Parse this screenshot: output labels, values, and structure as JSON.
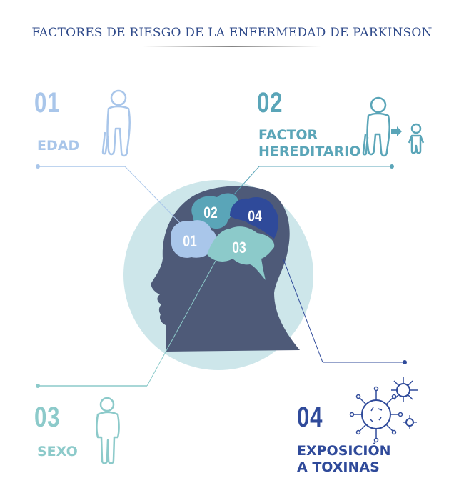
{
  "title": "FACTORES DE RIESGO DE LA ENFERMEDAD DE PARKINSON",
  "colors": {
    "title": "#2f4a8a",
    "factor_01": "#a9c6ea",
    "factor_02": "#5aa5b8",
    "factor_03": "#8ccaca",
    "factor_04": "#2f4a9a",
    "head": "#4e5a78",
    "circle": "#cde6ea"
  },
  "factors": [
    {
      "number": "01",
      "label": "EDAD",
      "icon": "elderly-person-icon"
    },
    {
      "number": "02",
      "label_line1": "FACTOR",
      "label_line2": "HEREDITARIO",
      "icon": "elderly-to-child-icon"
    },
    {
      "number": "03",
      "label": "SEXO",
      "icon": "person-icon"
    },
    {
      "number": "04",
      "label_line1": "EXPOSICIÓN",
      "label_line2": "A TOXINAS",
      "icon": "virus-icon"
    }
  ],
  "brain_regions": [
    {
      "number": "01"
    },
    {
      "number": "02"
    },
    {
      "number": "03"
    },
    {
      "number": "04"
    }
  ]
}
